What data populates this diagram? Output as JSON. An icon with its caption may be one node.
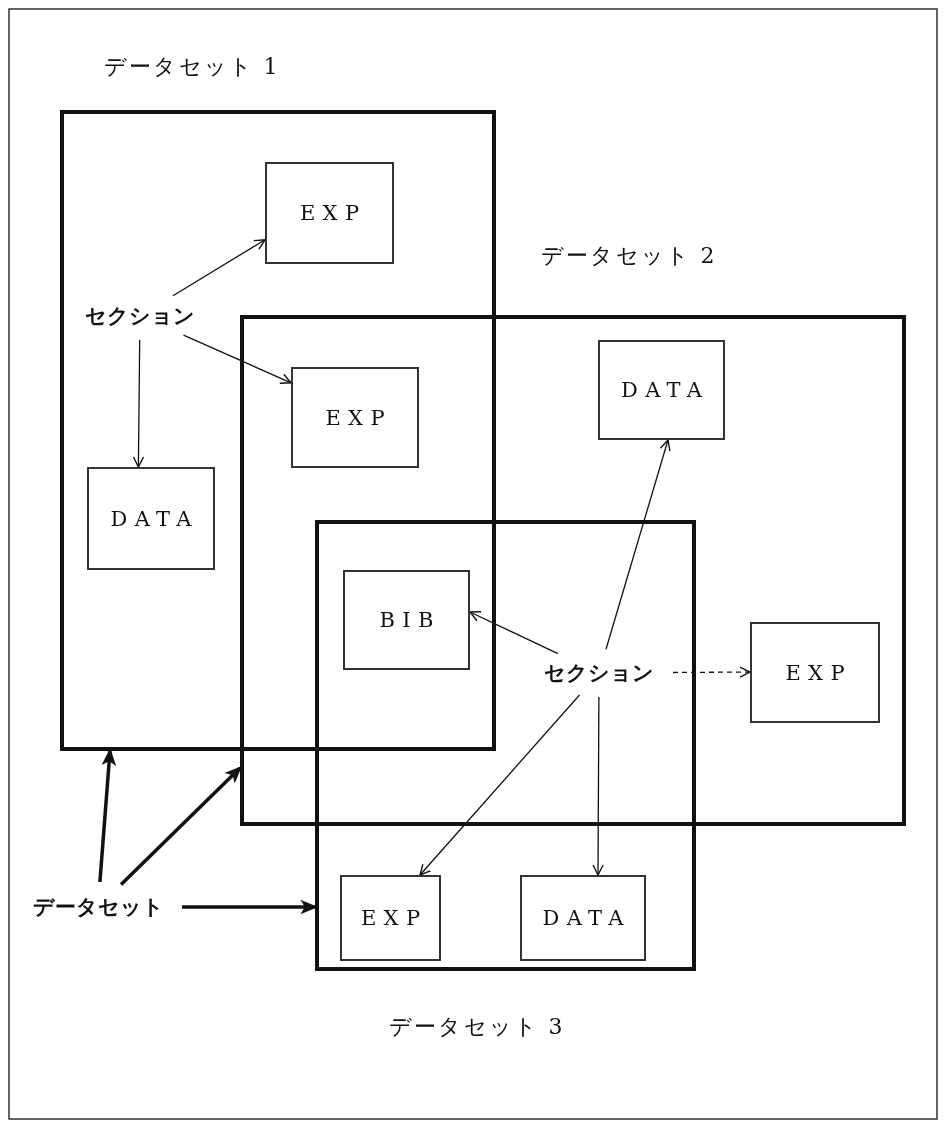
{
  "diagram": {
    "nodes": [
      {
        "text": [
          "データセット 1"
        ]
      },
      {
        "text": [
          "EXP"
        ],
        "in": 0
      },
      {
        "text": [
          "セクション"
        ],
        "in": 0
      },
      {
        "text": [
          "DATA"
        ],
        "in": 0
      },
      {
        "text": [
          "データセット 2"
        ]
      },
      {
        "text": [
          "EXP"
        ]
      },
      {
        "text": [
          "DATA"
        ],
        "in": 4
      },
      {
        "text": [
          "データセット 3"
        ]
      },
      {
        "text": [
          "BIB"
        ]
      },
      {
        "text": [
          "セクション"
        ]
      },
      {
        "text": [
          "EXP"
        ],
        "in": 4
      },
      {
        "text": [
          "EXP"
        ],
        "in": 7
      },
      {
        "text": [
          "DATA"
        ],
        "in": 7
      },
      {
        "text": [
          "データセット"
        ]
      }
    ],
    "edges": [
      {
        "from": 2,
        "to": 1,
        "arrow": "to"
      },
      {
        "from": 2,
        "to": 5,
        "arrow": "to"
      },
      {
        "from": 2,
        "to": 3,
        "arrow": "to"
      },
      {
        "from": 9,
        "to": 8,
        "arrow": "to"
      },
      {
        "from": 9,
        "to": 6,
        "arrow": "to"
      },
      {
        "from": 9,
        "to": 10,
        "arrow": "to",
        "style": "dashed"
      },
      {
        "from": 9,
        "to": 11,
        "arrow": "to"
      },
      {
        "from": 9,
        "to": 12,
        "arrow": "to"
      },
      {
        "from": 13,
        "to": 0,
        "arrow": "to",
        "style": "thick"
      },
      {
        "from": 13,
        "to": 4,
        "arrow": "to",
        "style": "thick"
      },
      {
        "from": 13,
        "to": 7,
        "arrow": "to",
        "style": "thick"
      }
    ]
  }
}
